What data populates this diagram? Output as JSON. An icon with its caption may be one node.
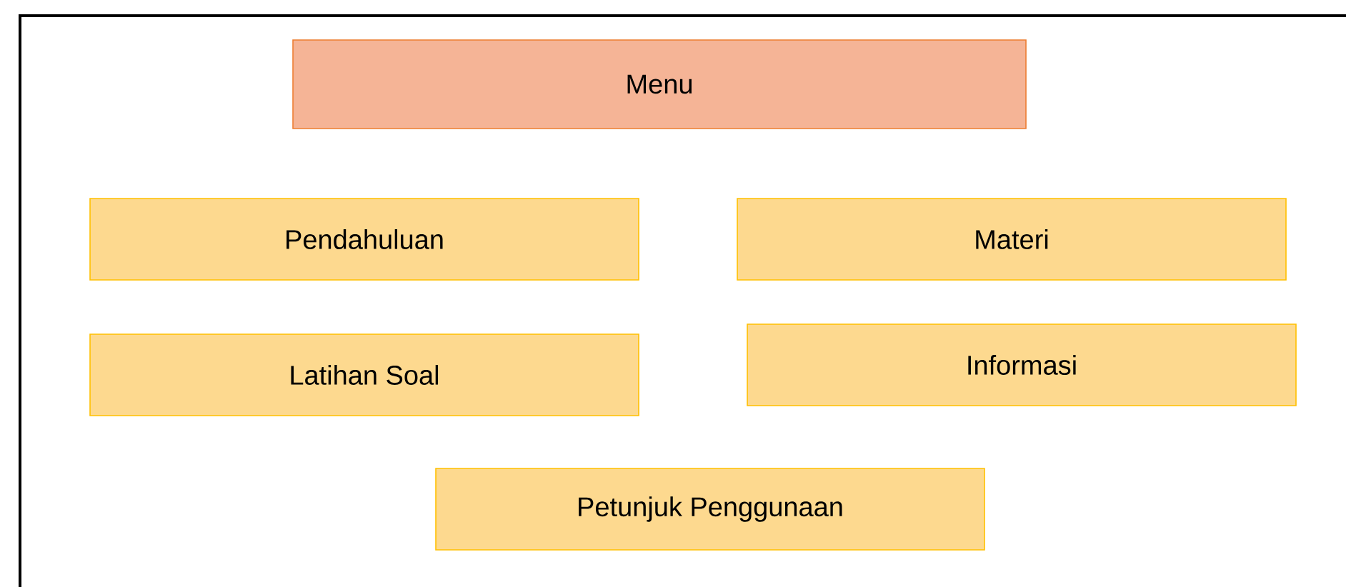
{
  "diagram": {
    "nodes": [
      {
        "text": [
          "Menu"
        ]
      },
      {
        "text": [
          "Pendahuluan"
        ]
      },
      {
        "text": [
          "Materi"
        ]
      },
      {
        "text": [
          "Latihan Soal"
        ]
      },
      {
        "text": [
          "Informasi"
        ]
      },
      {
        "text": [
          "Petunjuk Penggunaan"
        ]
      }
    ]
  }
}
